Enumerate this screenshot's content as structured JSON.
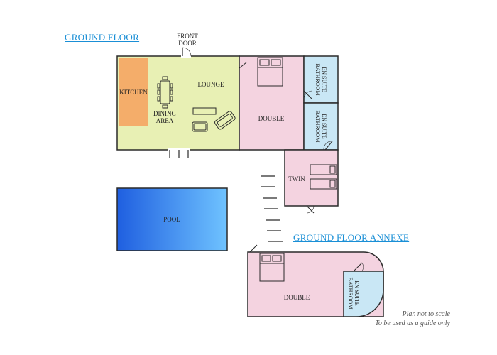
{
  "titles": {
    "ground_floor": "GROUND FLOOR",
    "annexe": "GROUND FLOOR ANNEXE"
  },
  "labels": {
    "front_door": "FRONT\nDOOR",
    "kitchen": "KITCHEN",
    "dining_area": "DINING\nAREA",
    "lounge": "LOUNGE",
    "double_main": "DOUBLE",
    "ensuite_1": "EN SUITE\nBATHROOM",
    "ensuite_2": "EN SUITE\nBATHROOM",
    "twin": "TWIN",
    "pool": "POOL",
    "double_annexe": "DOUBLE",
    "ensuite_annexe": "EN SUITE\nBATHROOM"
  },
  "note": {
    "line1": "Plan not to scale",
    "line2": "To be used as a guide only"
  },
  "colors": {
    "title": "#1a8fd6",
    "lounge": "#e8f0b4",
    "kitchen": "#f4ad6a",
    "bedroom": "#f4d3e0",
    "bathroom": "#c9e7f5",
    "pool_dark": "#1f5fe0",
    "pool_light": "#6fc3ff",
    "wall": "#2a2a2a"
  }
}
